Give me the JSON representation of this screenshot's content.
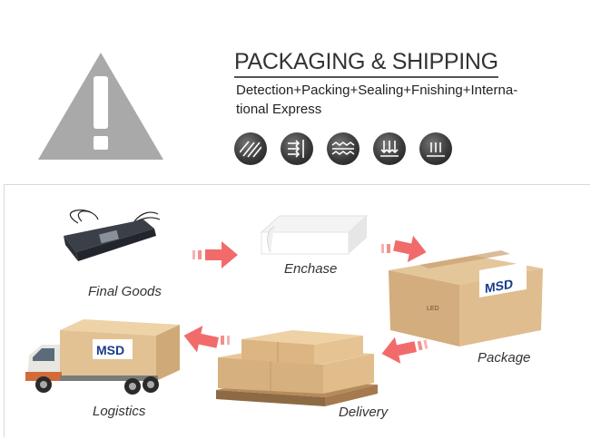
{
  "header": {
    "title": "PACKAGING & SHIPPING",
    "subtitle": "Detection+Packing+Sealing+Fnishing+Interna- tional Express"
  },
  "icons": [
    "diagonal-stripes-icon",
    "arrows-wall-icon",
    "wave-layers-icon",
    "down-arrows-icon",
    "up-lines-icon"
  ],
  "steps": {
    "final_goods": "Final Goods",
    "enchase": "Enchase",
    "package": "Package",
    "delivery": "Delivery",
    "logistics": "Logistics"
  },
  "brand": {
    "logo_text": "MSD",
    "carton_text": "LED"
  },
  "colors": {
    "arrow": "#f26b6b",
    "carton": "#d9b487",
    "warning": "#a8a8a8"
  }
}
